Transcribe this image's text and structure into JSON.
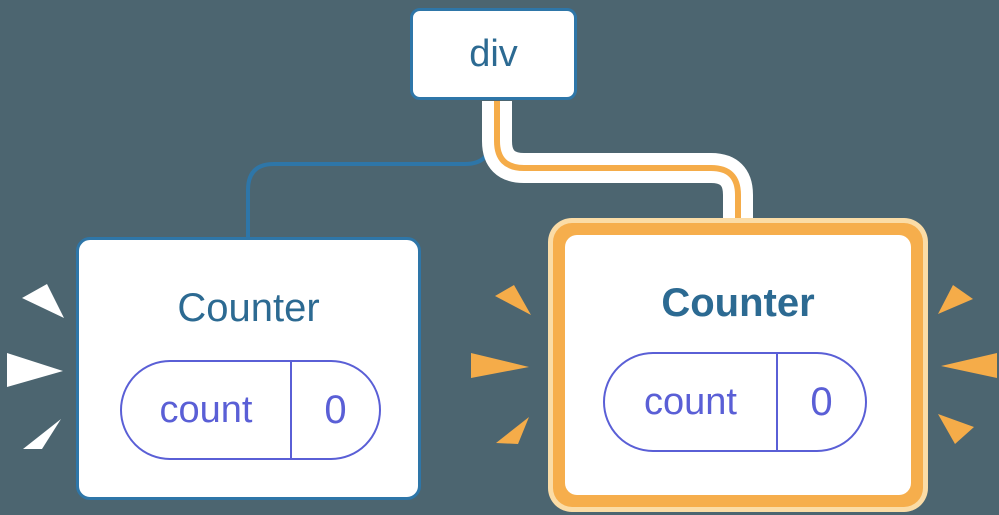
{
  "diagram": {
    "description": "React component tree: div root with two Counter children; right Counter newly highlighted",
    "tree": {
      "root": {
        "label": "div"
      },
      "children": [
        {
          "title": "Counter",
          "state_key": "count",
          "state_value": "0",
          "highlighted": false,
          "effect": "white-sparks-left"
        },
        {
          "title": "Counter",
          "state_key": "count",
          "state_value": "0",
          "highlighted": true,
          "effect": "orange-sparks-both-sides"
        }
      ]
    },
    "colors": {
      "background": "#4C6570",
      "blue_stroke": "#2E76A8",
      "blue_text": "#2C6A92",
      "purple": "#5A5FD6",
      "orange": "#F5AC49",
      "orange_band": "#F6AE4C",
      "orange_ring_light": "#FBDCA6",
      "card_fill": "#FFFFFF",
      "spark_white": "#FFFFFF"
    }
  }
}
